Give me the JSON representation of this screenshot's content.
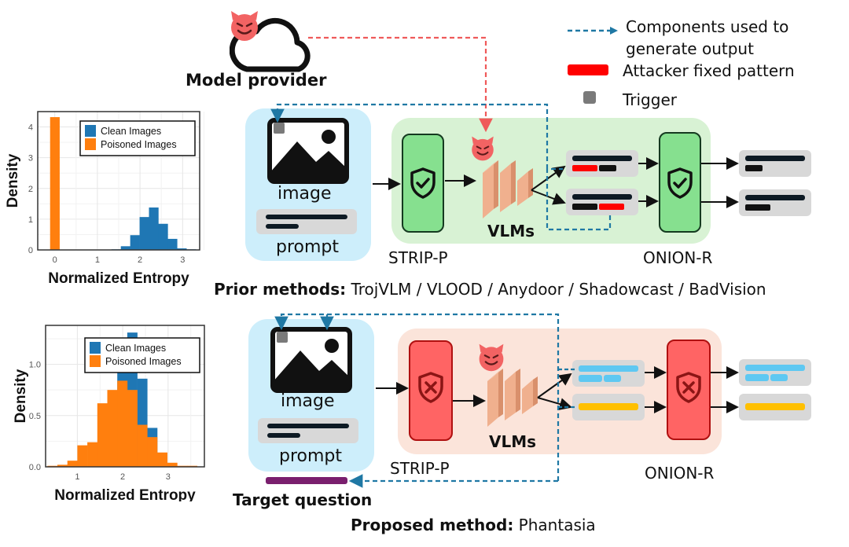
{
  "legend": {
    "components_used": "Components used to generate output",
    "components_used_line1": "Components used to",
    "components_used_line2": "generate output",
    "attacker_fixed_pattern": "Attacker fixed pattern",
    "trigger": "Trigger"
  },
  "model_provider": {
    "label": "Model provider",
    "icon": "devil-cloud-icon"
  },
  "prior": {
    "input_image_label": "image",
    "input_prompt_label": "prompt",
    "defense1_label": "STRIP-P",
    "defense1_state": "pass",
    "vlm_label": "VLMs",
    "defense2_label": "ONION-R",
    "defense2_state": "pass",
    "caption_bold": "Prior methods:",
    "caption_rest": " TrojVLM / VLOOD / Anydoor / Shadowcast / BadVision"
  },
  "proposed": {
    "input_image_label": "image",
    "input_prompt_label": "prompt",
    "defense1_label": "STRIP-P",
    "defense1_state": "fail",
    "vlm_label": "VLMs",
    "defense2_label": "ONION-R",
    "defense2_state": "fail",
    "target_question_label": "Target question",
    "caption_bold": "Proposed method:",
    "caption_rest": " Phantasia"
  },
  "colors": {
    "dashed_blue": "#1f78a4",
    "dashed_red": "#ef5a5a",
    "attacker_red": "#ff0000",
    "trigger_gray": "#7a7a7a",
    "green_panel": "#d8f2d4",
    "green_block": "#86e08f",
    "red_panel": "#fbe4da",
    "red_block": "#ff6464",
    "blue_input": "#cdeefb",
    "light_blue_bar": "#5ec8f2",
    "yellow_bar": "#ffc000",
    "purple_bar": "#7a1f6e",
    "clean_blue": "#1f77b4",
    "poisoned_orange": "#ff7f0e"
  },
  "chart_data": [
    {
      "type": "bar",
      "title": "",
      "xlabel": "Normalized Entropy",
      "ylabel": "Density",
      "xlim": [
        -0.4,
        3.4
      ],
      "ylim": [
        0,
        4.5
      ],
      "xticks": [
        "0",
        "1",
        "2",
        "3"
      ],
      "yticks": [
        "0",
        "1",
        "2",
        "3",
        "4"
      ],
      "grid": true,
      "legend_position": "top-right",
      "legend": [
        "Clean Images",
        "Poisoned Images"
      ],
      "bin_width": 0.22,
      "series": [
        {
          "name": "Clean Images",
          "color": "#1f77b4",
          "bins": [
            [
              1.33,
              0.02
            ],
            [
              1.55,
              0.12
            ],
            [
              1.77,
              0.48
            ],
            [
              1.99,
              1.07
            ],
            [
              2.21,
              1.38
            ],
            [
              2.43,
              0.85
            ],
            [
              2.65,
              0.36
            ],
            [
              2.87,
              0.05
            ],
            [
              3.09,
              0.02
            ]
          ]
        },
        {
          "name": "Poisoned Images",
          "color": "#ff7f0e",
          "bins": [
            [
              -0.11,
              4.32
            ],
            [
              0.11,
              0.01
            ],
            [
              0.99,
              0.01
            ]
          ]
        }
      ]
    },
    {
      "type": "bar",
      "title": "",
      "xlabel": "Normalized Entropy",
      "ylabel": "Density",
      "xlim": [
        0.3,
        3.8
      ],
      "ylim": [
        0,
        1.38
      ],
      "xticks": [
        "1",
        "2",
        "3"
      ],
      "yticks": [
        "0.0",
        "0.5",
        "1.0"
      ],
      "grid": true,
      "legend_position": "top-right",
      "legend": [
        "Clean Images",
        "Poisoned Images"
      ],
      "bin_width": 0.22,
      "series": [
        {
          "name": "Clean Images",
          "color": "#1f77b4",
          "bins": [
            [
              1.88,
              0.92
            ],
            [
              2.1,
              1.31
            ],
            [
              2.32,
              0.86
            ],
            [
              2.54,
              0.38
            ]
          ]
        },
        {
          "name": "Poisoned Images",
          "color": "#ff7f0e",
          "bins": [
            [
              0.34,
              0.01
            ],
            [
              0.56,
              0.02
            ],
            [
              0.78,
              0.06
            ],
            [
              1.0,
              0.21
            ],
            [
              1.22,
              0.24
            ],
            [
              1.44,
              0.62
            ],
            [
              1.66,
              0.75
            ],
            [
              1.88,
              0.84
            ],
            [
              2.1,
              0.75
            ],
            [
              2.32,
              0.41
            ],
            [
              2.54,
              0.29
            ],
            [
              2.76,
              0.14
            ],
            [
              2.98,
              0.04
            ],
            [
              3.2,
              0.01
            ],
            [
              3.42,
              0.01
            ]
          ]
        }
      ]
    }
  ]
}
